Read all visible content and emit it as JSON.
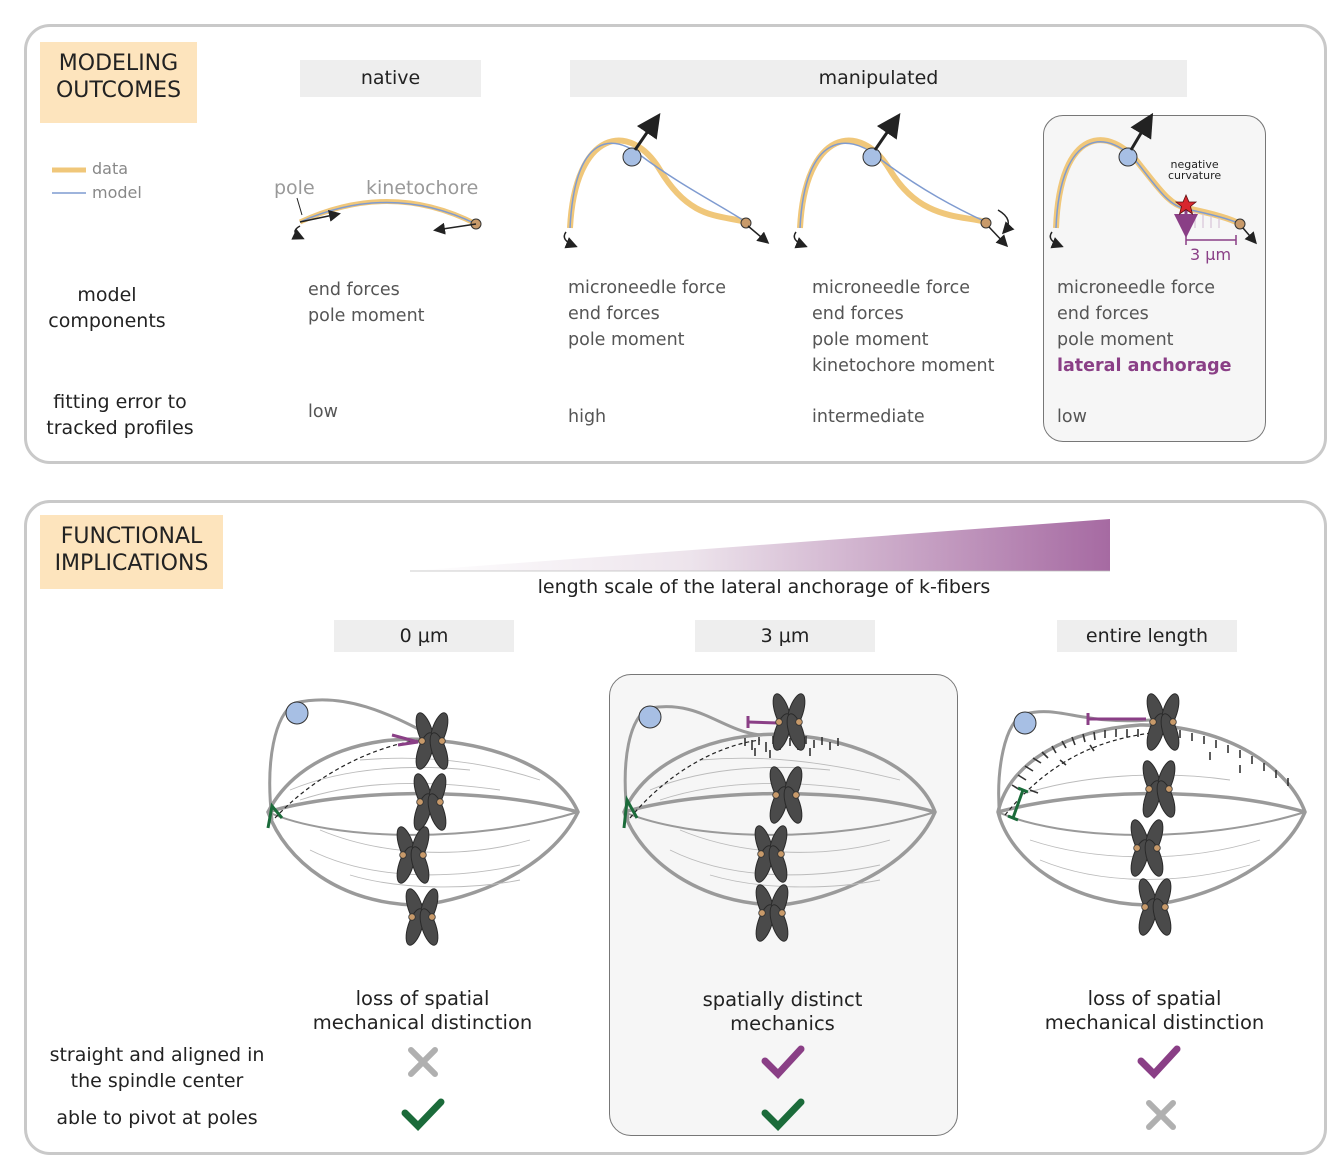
{
  "top": {
    "tag": [
      "MODELING",
      "OUTCOMES"
    ],
    "headers": {
      "native": "native",
      "manipulated": "manipulated"
    },
    "legend": {
      "data": "data",
      "model": "model"
    },
    "labels": {
      "pole": "pole",
      "kinetochore": "kinetochore",
      "negative": "negative",
      "curvature": "curvature",
      "scale": "3 μm"
    },
    "row_labels": {
      "components": [
        "model",
        "components"
      ],
      "error": [
        "fitting error to",
        "tracked profiles"
      ]
    },
    "columns": [
      {
        "components": [
          "end forces",
          "pole moment"
        ],
        "error": "low"
      },
      {
        "components": [
          "microneedle force",
          "end forces",
          "pole moment"
        ],
        "error": "high"
      },
      {
        "components": [
          "microneedle force",
          "end forces",
          "pole moment",
          "kinetochore moment"
        ],
        "error": "intermediate"
      },
      {
        "components": [
          "microneedle force",
          "end forces",
          "pole moment"
        ],
        "highlight": "lateral anchorage",
        "error": "low"
      }
    ],
    "colors": {
      "data": "#f0c77a",
      "model": "#7f9bd0",
      "accent": "#8a3f86"
    }
  },
  "bottom": {
    "tag": [
      "FUNCTIONAL",
      "IMPLICATIONS"
    ],
    "gradient_label": "length scale of the lateral anchorage of k-fibers",
    "columns": [
      {
        "header": "0 μm",
        "outcome": [
          "loss of spatial",
          "mechanical distinction"
        ],
        "straight": "cross",
        "pivot": "check"
      },
      {
        "header": "3 μm",
        "outcome": [
          "spatially distinct",
          "mechanics"
        ],
        "straight": "check",
        "pivot": "check"
      },
      {
        "header": "entire length",
        "outcome": [
          "loss of spatial",
          "mechanical distinction"
        ],
        "straight": "check",
        "pivot": "cross"
      }
    ],
    "row_labels": {
      "straight": [
        "straight and aligned in",
        "the spindle center"
      ],
      "pivot": "able to pivot at poles"
    },
    "colors": {
      "check_purple": "#8a3f86",
      "check_green": "#1b6b3a",
      "cross": "#b0b0b0"
    }
  }
}
